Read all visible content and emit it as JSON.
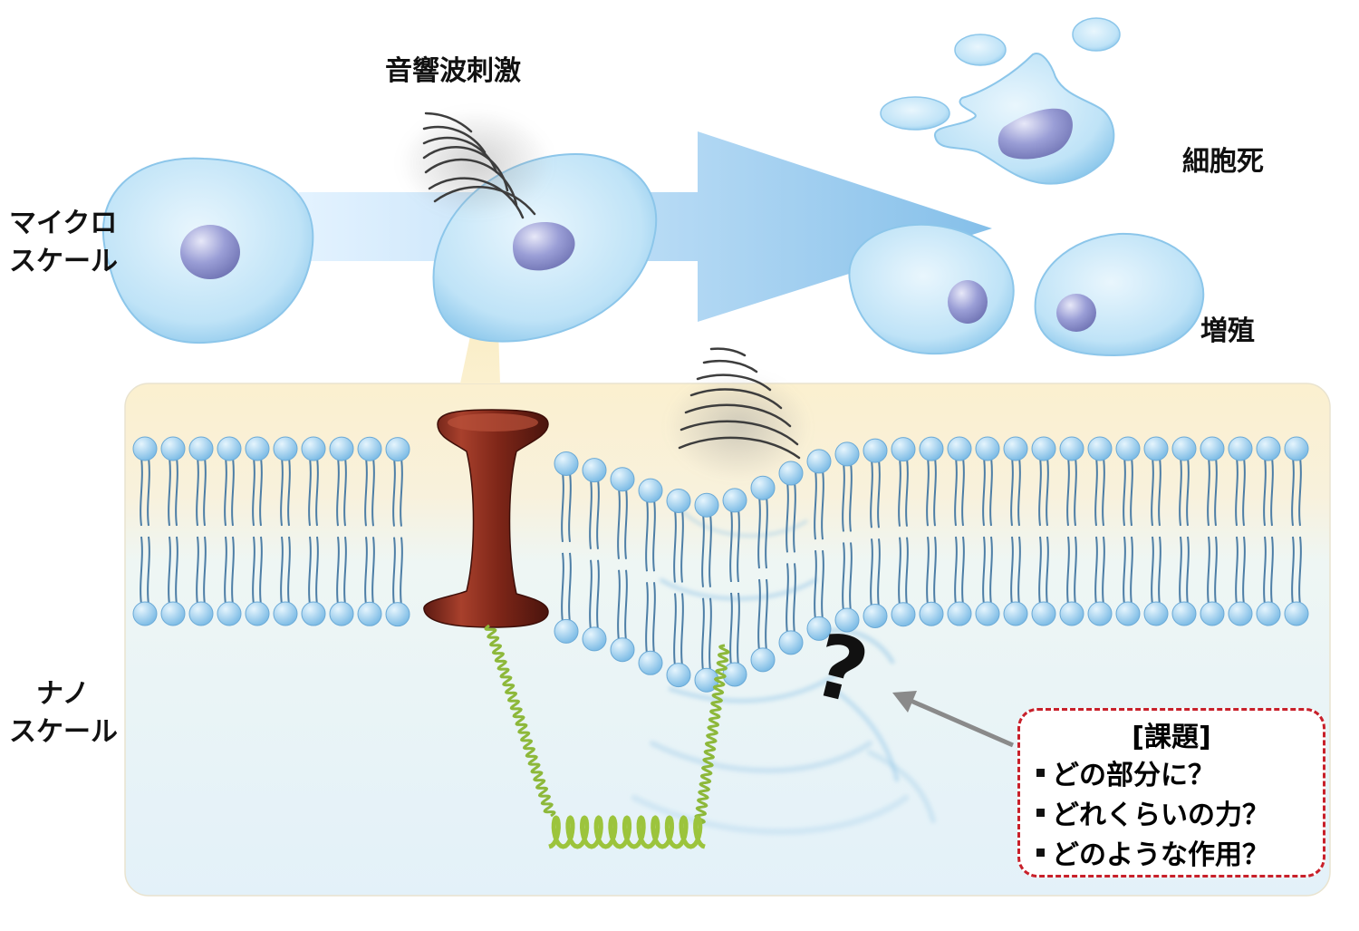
{
  "labels": {
    "stimulus": "音響波刺激",
    "cell_death": "細胞死",
    "proliferation": "増殖",
    "micro_scale": [
      "マイクロ",
      "スケール"
    ],
    "nano_scale": [
      "ナノ",
      "スケール"
    ]
  },
  "question_mark": "?",
  "task_box": {
    "title": "[課題]",
    "items": [
      "どの部分に？",
      "どれくらいの力？",
      "どのような作用？"
    ]
  },
  "colors": {
    "cell_fill": "#bfe3f7",
    "nucleus": "#8f93cc",
    "arrow": "#9ccbed",
    "membrane_head": "#8ec8ea",
    "protein": "#8b2b1e",
    "spring": "#9cc43c",
    "task_border": "#c8202a",
    "panel_top": "#fbf0cf",
    "panel_bottom": "#e6f3fa"
  }
}
